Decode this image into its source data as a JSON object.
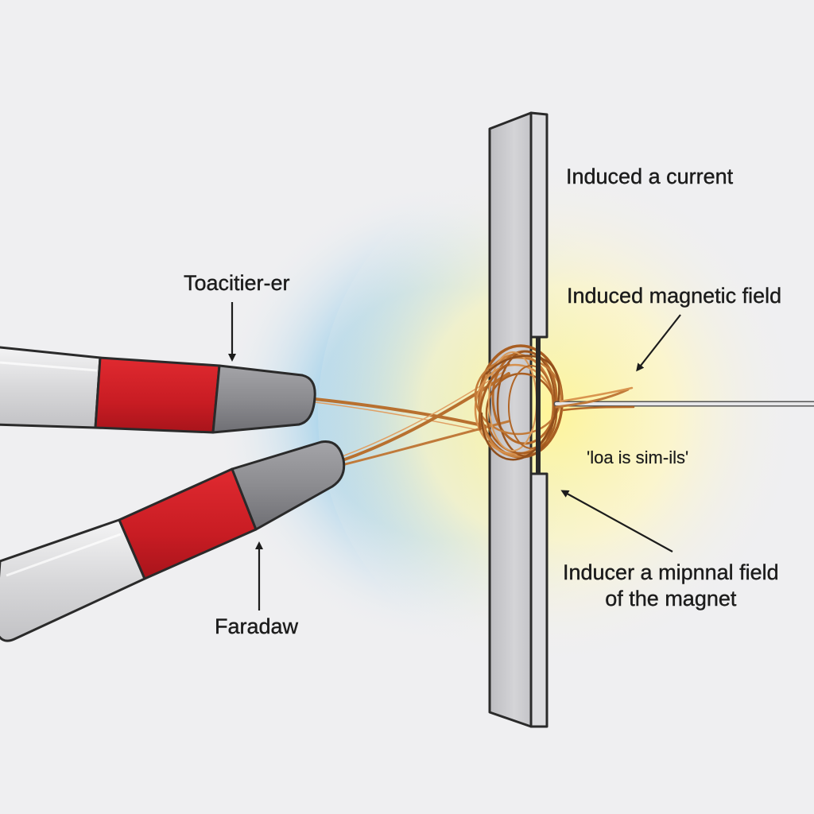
{
  "labels": {
    "induced_current": "Induced a current",
    "induced_magnetic_field": "Induced magnetic field",
    "toacitier": "Toacitier-er",
    "small_note": "'loa is sim-ils'",
    "inducer_line1": "Inducer a mipnnal field",
    "inducer_line2": "of the magnet",
    "faradaw": "Faradaw"
  },
  "colors": {
    "background": "#efeff1",
    "probe_red": "#d11f26",
    "probe_body": "#e3e3e5",
    "probe_tip": "#8e8e92",
    "plate": "#c9c9cc",
    "copper_wire": "#c4793a",
    "glow_blue": "#8fc6e3",
    "glow_yellow": "#fff3a8"
  },
  "icons": [
    "probe",
    "coil",
    "plate",
    "arrow"
  ]
}
